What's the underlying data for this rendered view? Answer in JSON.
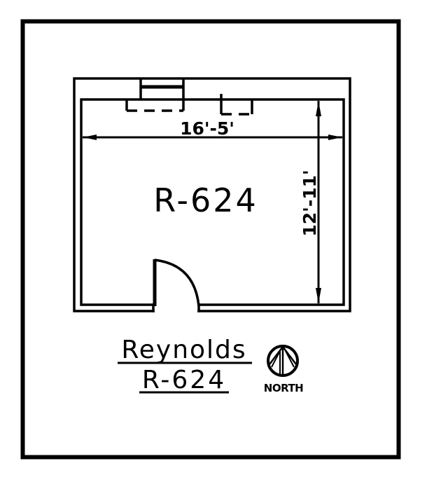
{
  "drawing": {
    "type": "floor-plan",
    "colors": {
      "line": "#000000",
      "background": "#ffffff"
    }
  },
  "room": {
    "label": "R-624",
    "width_dimension": "16'-5'",
    "depth_dimension": "12'-11'"
  },
  "title_block": {
    "name": "Reynolds",
    "room_number": "R-624"
  },
  "north_arrow": {
    "icon": "north-arrow-icon",
    "label": "NORTH"
  }
}
